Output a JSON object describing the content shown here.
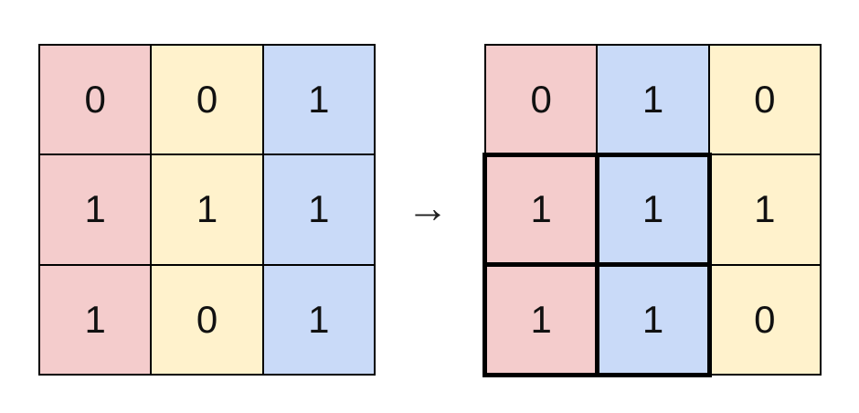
{
  "palette": {
    "pink": "#f4cccc",
    "yellow": "#fff2cc",
    "blue": "#c9daf8",
    "grid_line": "#000000",
    "highlight_border": "#000000",
    "text": "#111111",
    "background": "#ffffff"
  },
  "arrow": {
    "glyph": "→"
  },
  "left_grid": {
    "rows": 3,
    "cols": 3,
    "column_colors": [
      "pink",
      "yellow",
      "blue"
    ],
    "cells": [
      {
        "row": 0,
        "col": 0,
        "value": "0",
        "color": "pink",
        "highlighted": false
      },
      {
        "row": 0,
        "col": 1,
        "value": "0",
        "color": "yellow",
        "highlighted": false
      },
      {
        "row": 0,
        "col": 2,
        "value": "1",
        "color": "blue",
        "highlighted": false
      },
      {
        "row": 1,
        "col": 0,
        "value": "1",
        "color": "pink",
        "highlighted": false
      },
      {
        "row": 1,
        "col": 1,
        "value": "1",
        "color": "yellow",
        "highlighted": false
      },
      {
        "row": 1,
        "col": 2,
        "value": "1",
        "color": "blue",
        "highlighted": false
      },
      {
        "row": 2,
        "col": 0,
        "value": "1",
        "color": "pink",
        "highlighted": false
      },
      {
        "row": 2,
        "col": 1,
        "value": "0",
        "color": "yellow",
        "highlighted": false
      },
      {
        "row": 2,
        "col": 2,
        "value": "1",
        "color": "blue",
        "highlighted": false
      }
    ]
  },
  "right_grid": {
    "rows": 3,
    "cols": 3,
    "column_colors": [
      "pink",
      "blue",
      "yellow"
    ],
    "highlight": {
      "rows": [
        1,
        2
      ],
      "cols": [
        0,
        1
      ]
    },
    "cells": [
      {
        "row": 0,
        "col": 0,
        "value": "0",
        "color": "pink",
        "highlighted": false
      },
      {
        "row": 0,
        "col": 1,
        "value": "1",
        "color": "blue",
        "highlighted": false
      },
      {
        "row": 0,
        "col": 2,
        "value": "0",
        "color": "yellow",
        "highlighted": false
      },
      {
        "row": 1,
        "col": 0,
        "value": "1",
        "color": "pink",
        "highlighted": true
      },
      {
        "row": 1,
        "col": 1,
        "value": "1",
        "color": "blue",
        "highlighted": true
      },
      {
        "row": 1,
        "col": 2,
        "value": "1",
        "color": "yellow",
        "highlighted": false
      },
      {
        "row": 2,
        "col": 0,
        "value": "1",
        "color": "pink",
        "highlighted": true
      },
      {
        "row": 2,
        "col": 1,
        "value": "1",
        "color": "blue",
        "highlighted": true
      },
      {
        "row": 2,
        "col": 2,
        "value": "0",
        "color": "yellow",
        "highlighted": false
      }
    ]
  }
}
